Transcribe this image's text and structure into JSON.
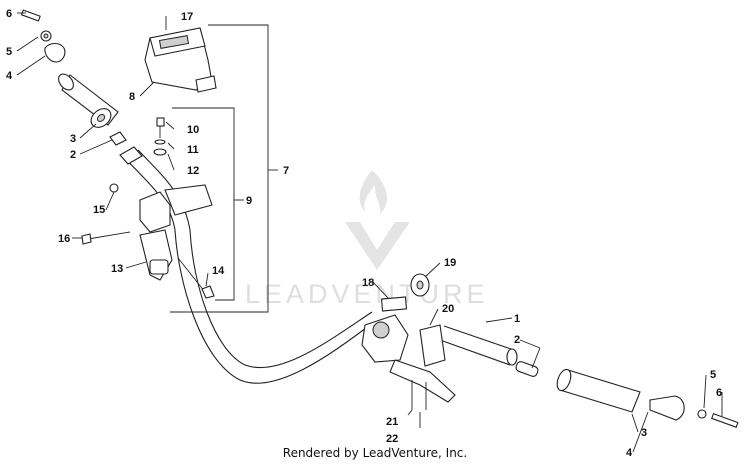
{
  "callouts": {
    "c1": "1",
    "c2": "2",
    "c3": "3",
    "c4": "4",
    "c5": "5",
    "c6": "6",
    "c7": "7",
    "c8": "8",
    "c9": "9",
    "c10": "10",
    "c11": "11",
    "c12": "12",
    "c13": "13",
    "c14": "14",
    "c15": "15",
    "c16": "16",
    "c17": "17",
    "c18": "18",
    "c19": "19",
    "c20": "20",
    "c21": "21",
    "c22": "22",
    "r1": "1",
    "r2": "2",
    "r3": "3",
    "r4": "4",
    "r5": "5",
    "r6": "6"
  },
  "watermark": {
    "brand": "LEADVENTURE"
  },
  "footer": {
    "text": "Rendered by LeadVenture, Inc."
  }
}
